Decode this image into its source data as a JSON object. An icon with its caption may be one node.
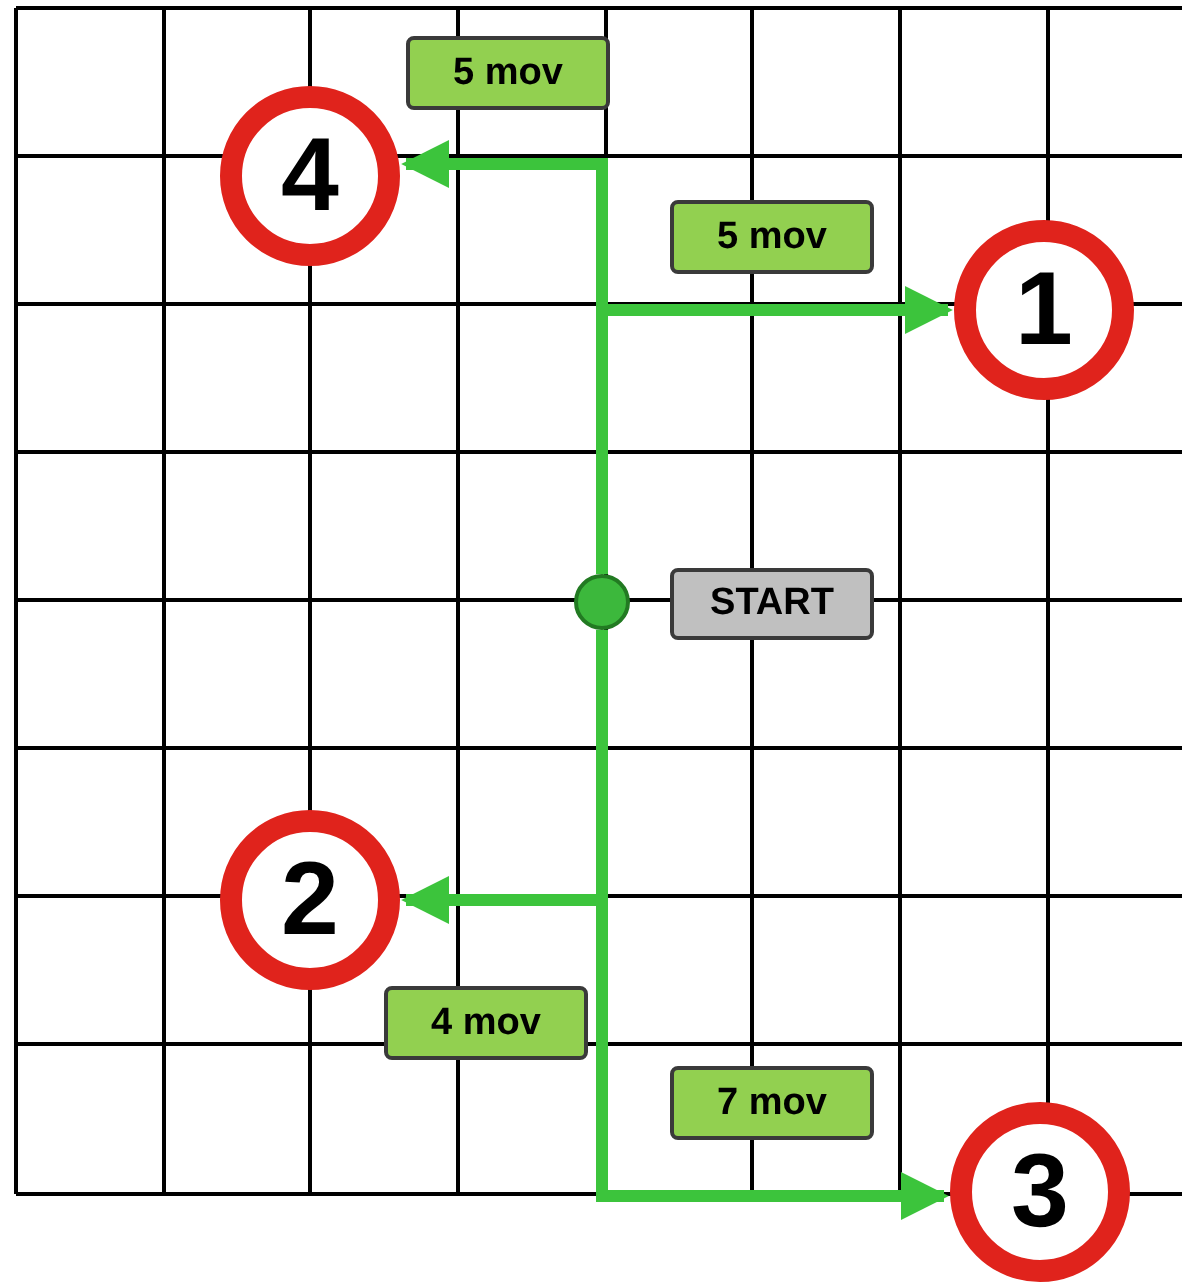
{
  "diagram": {
    "nodes": [
      {
        "text": [
          "4"
        ]
      },
      {
        "text": [
          "1"
        ]
      },
      {
        "text": [],
        "shape": "circle",
        "beside": [
          "START"
        ]
      },
      {
        "text": [
          "2"
        ]
      },
      {
        "text": [
          "3"
        ]
      }
    ],
    "edges": [
      {
        "from": 2,
        "to": 0,
        "arrow": "to",
        "label": "5 mov"
      },
      {
        "from": 2,
        "to": 1,
        "arrow": "to",
        "label": "5 mov"
      },
      {
        "from": 2,
        "to": 3,
        "arrow": "to",
        "label": "4 mov"
      },
      {
        "from": 2,
        "to": 4,
        "arrow": "to",
        "label": "7 mov"
      }
    ]
  }
}
